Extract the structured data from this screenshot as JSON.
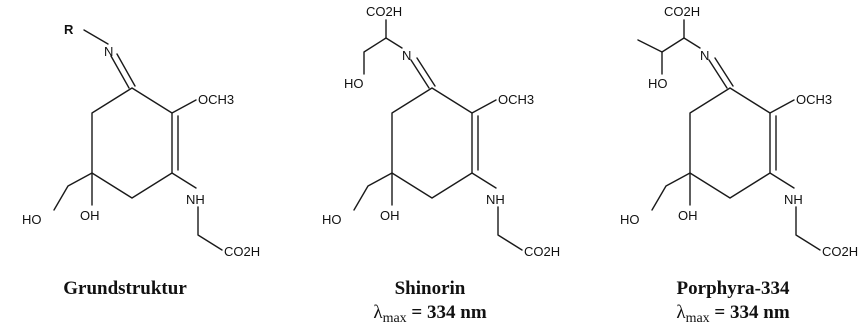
{
  "structures": [
    {
      "name": "Grundstruktur",
      "substituent": "R",
      "labels": {
        "n": "N",
        "ome": "OCH3",
        "nh": "NH",
        "cooh": "CO2H",
        "ho": "HO",
        "oh": "OH"
      }
    },
    {
      "name": "Shinorin",
      "lambda_label": "λ",
      "lambda_sub": "max",
      "lambda_value": "= 334 nm",
      "labels": {
        "cooh_top": "CO2H",
        "ho_side": "HO",
        "n": "N",
        "ome": "OCH3",
        "nh": "NH",
        "cooh": "CO2H",
        "ho": "HO",
        "oh": "OH"
      }
    },
    {
      "name": "Porphyra-334",
      "lambda_label": "λ",
      "lambda_sub": "max",
      "lambda_value": "= 334 nm",
      "labels": {
        "cooh_top": "CO2H",
        "ho_side": "HO",
        "n": "N",
        "ome": "OCH3",
        "nh": "NH",
        "cooh": "CO2H",
        "ho": "HO",
        "oh": "OH"
      }
    }
  ]
}
